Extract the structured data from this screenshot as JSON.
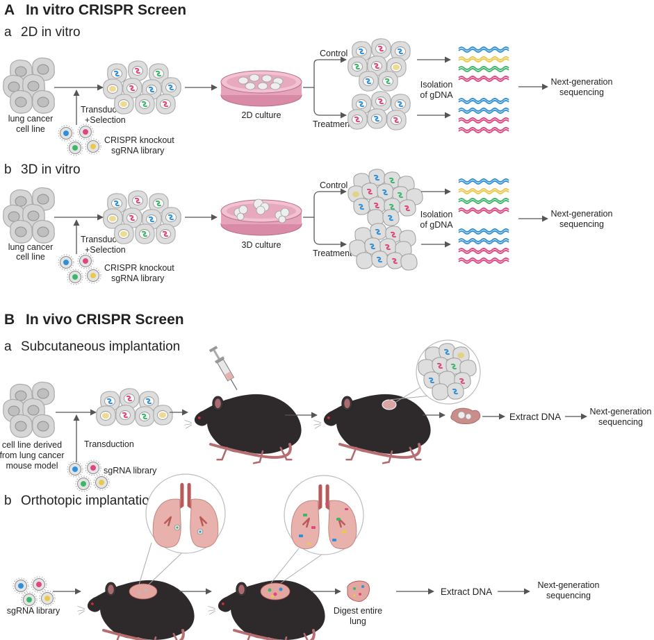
{
  "panelA": {
    "letter": "A",
    "title": "In vitro CRISPR Screen",
    "a": {
      "letter": "a",
      "title": "2D in vitro",
      "cell_line": [
        "lung cancer",
        "cell line"
      ],
      "transduction": [
        "Transduction",
        "+Selection"
      ],
      "library": [
        "CRISPR knockout",
        "sgRNA library"
      ],
      "culture": "2D culture",
      "control": "Control",
      "treatment": "Treatment",
      "isolation": [
        "Isolation",
        "of gDNA"
      ],
      "ngs": [
        "Next-generation",
        "sequencing"
      ]
    },
    "b": {
      "letter": "b",
      "title": "3D in vitro",
      "cell_line": [
        "lung cancer",
        "cell line"
      ],
      "transduction": [
        "Transduction",
        "+Selection"
      ],
      "library": [
        "CRISPR knockout",
        "sgRNA library"
      ],
      "culture": "3D culture",
      "control": "Control",
      "treatment": "Treatment",
      "isolation": [
        "Isolation",
        "of gDNA"
      ],
      "ngs": [
        "Next-generation",
        "sequencing"
      ]
    }
  },
  "panelB": {
    "letter": "B",
    "title": "In vivo CRISPR Screen",
    "a": {
      "letter": "a",
      "title": "Subcutaneous implantation",
      "cell_line": [
        "cell line derived",
        "from lung cancer",
        "mouse model"
      ],
      "transduction": "Transduction",
      "library": "sgRNA library",
      "extract": "Extract DNA",
      "ngs": [
        "Next-generation",
        "sequencing"
      ]
    },
    "b": {
      "letter": "b",
      "title": "Orthotopic implantation",
      "library": "sgRNA library",
      "digest": [
        "Digest entire",
        "lung"
      ],
      "extract": "Extract DNA",
      "ngs": [
        "Next-generation",
        "sequencing"
      ]
    }
  },
  "colors": {
    "blue": "#2f8fd8",
    "pink": "#e0457f",
    "green": "#3cb76a",
    "yellow": "#e9c84a",
    "dish": "#d98aa6",
    "mouse": "#2e2a2b",
    "tail": "#b86d70",
    "lung": "#e9b1ab",
    "airway": "#b8595a"
  }
}
